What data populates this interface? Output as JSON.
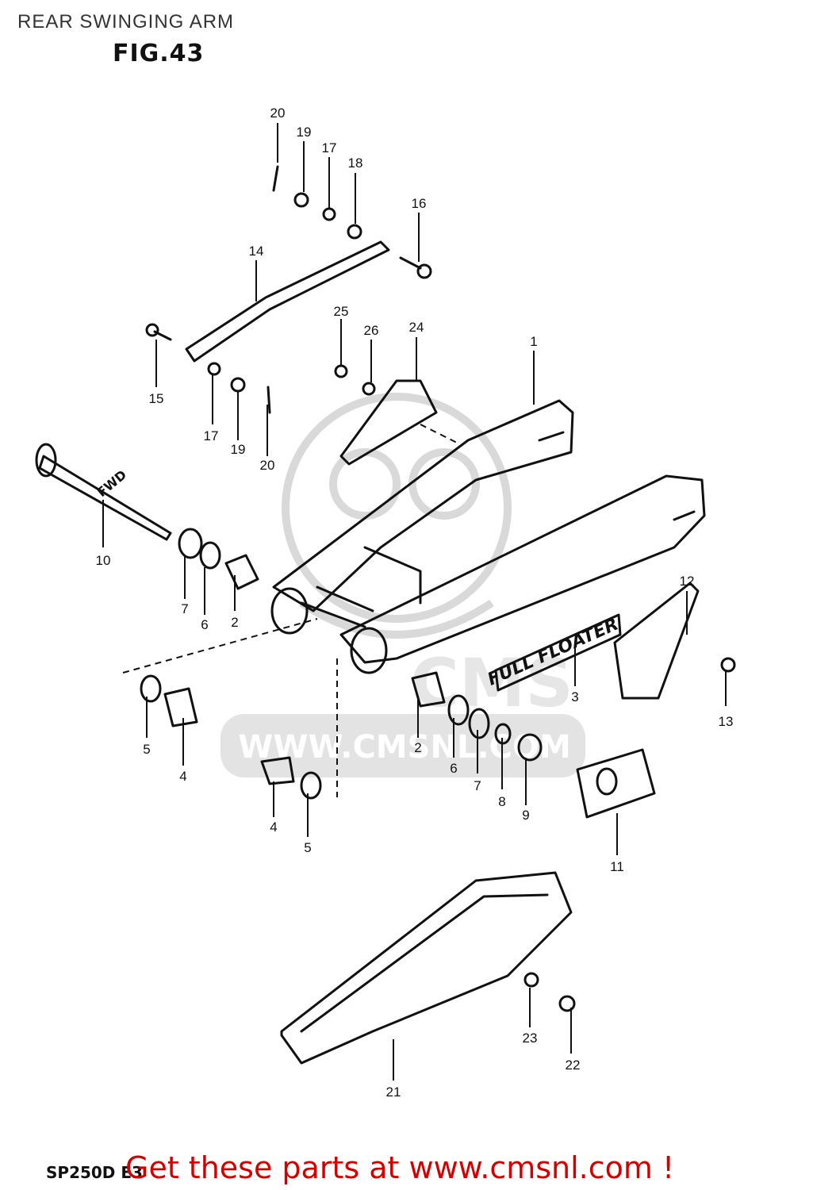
{
  "header": {
    "title": "REAR SWINGING ARM",
    "figure": "FIG.43"
  },
  "footer": {
    "model": "SP250D E3",
    "cta": "Get these parts at www.cmsnl.com !"
  },
  "watermark": {
    "text": "WWW.CMSNL.COM",
    "logo": "CMS"
  },
  "decal_text": "FULL FLOATER",
  "arrow_label": "FWD",
  "colors": {
    "lines": "#111111",
    "cta": "#d40000",
    "watermark": "#d9d9d9"
  },
  "callouts": [
    {
      "n": "20",
      "id": "c20a"
    },
    {
      "n": "19",
      "id": "c19a"
    },
    {
      "n": "17",
      "id": "c17a"
    },
    {
      "n": "18",
      "id": "c18"
    },
    {
      "n": "16",
      "id": "c16"
    },
    {
      "n": "14",
      "id": "c14"
    },
    {
      "n": "25",
      "id": "c25"
    },
    {
      "n": "26",
      "id": "c26"
    },
    {
      "n": "24",
      "id": "c24"
    },
    {
      "n": "1",
      "id": "c1"
    },
    {
      "n": "15",
      "id": "c15"
    },
    {
      "n": "17",
      "id": "c17b"
    },
    {
      "n": "19",
      "id": "c19b"
    },
    {
      "n": "20",
      "id": "c20b"
    },
    {
      "n": "10",
      "id": "c10"
    },
    {
      "n": "7",
      "id": "c7a"
    },
    {
      "n": "6",
      "id": "c6a"
    },
    {
      "n": "2",
      "id": "c2a"
    },
    {
      "n": "12",
      "id": "c12"
    },
    {
      "n": "3",
      "id": "c3"
    },
    {
      "n": "13",
      "id": "c13"
    },
    {
      "n": "5",
      "id": "c5a"
    },
    {
      "n": "4",
      "id": "c4a"
    },
    {
      "n": "2",
      "id": "c2b"
    },
    {
      "n": "6",
      "id": "c6b"
    },
    {
      "n": "7",
      "id": "c7b"
    },
    {
      "n": "8",
      "id": "c8"
    },
    {
      "n": "9",
      "id": "c9"
    },
    {
      "n": "4",
      "id": "c4b"
    },
    {
      "n": "5",
      "id": "c5b"
    },
    {
      "n": "11",
      "id": "c11"
    },
    {
      "n": "23",
      "id": "c23"
    },
    {
      "n": "22",
      "id": "c22"
    },
    {
      "n": "21",
      "id": "c21"
    }
  ]
}
